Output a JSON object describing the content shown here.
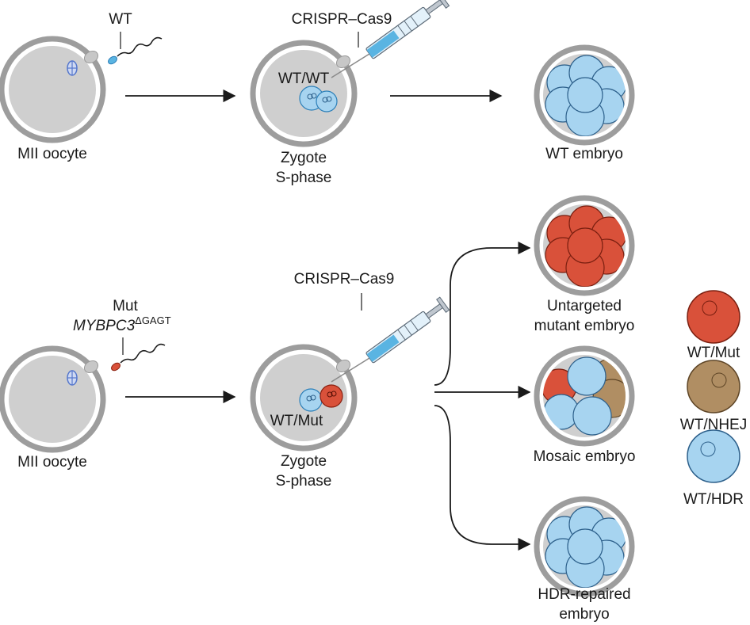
{
  "row1": {
    "sperm_label": "WT",
    "oocyte_label": "MII oocyte",
    "cas9_label": "CRISPR–Cas9",
    "zygote_genotype": "WT/WT",
    "zygote_label_line1": "Zygote",
    "zygote_label_line2": "S-phase",
    "embryo_label": "WT embryo"
  },
  "row2": {
    "sperm_label_line1": "Mut",
    "gene_name": "MYBPC3",
    "gene_superscript": "ΔGAGT",
    "oocyte_label": "MII oocyte",
    "cas9_label": "CRISPR–Cas9",
    "zygote_genotype": "WT/Mut",
    "zygote_label_line1": "Zygote",
    "zygote_label_line2": "S-phase",
    "outcomes": [
      {
        "line1": "Untargeted",
        "line2": "mutant embryo"
      },
      {
        "line1": "Mosaic embryo",
        "line2": ""
      },
      {
        "line1": "HDR-repaired",
        "line2": "embryo"
      }
    ]
  },
  "legend": [
    {
      "label": "WT/Mut",
      "color": "#d9513a"
    },
    {
      "label": "WT/NHEJ",
      "color": "#b08e63"
    },
    {
      "label": "WT/HDR",
      "color": "#a7d4f0"
    }
  ],
  "colors": {
    "cytoplasm": "#cfcfcf",
    "zona": "#9d9d9d",
    "wt_cell": "#a7d4f0",
    "mut_cell": "#d9513a",
    "nhej_cell": "#b08e63",
    "spindle": "#5577cc",
    "syringe_fluid": "#5ab4e2"
  }
}
